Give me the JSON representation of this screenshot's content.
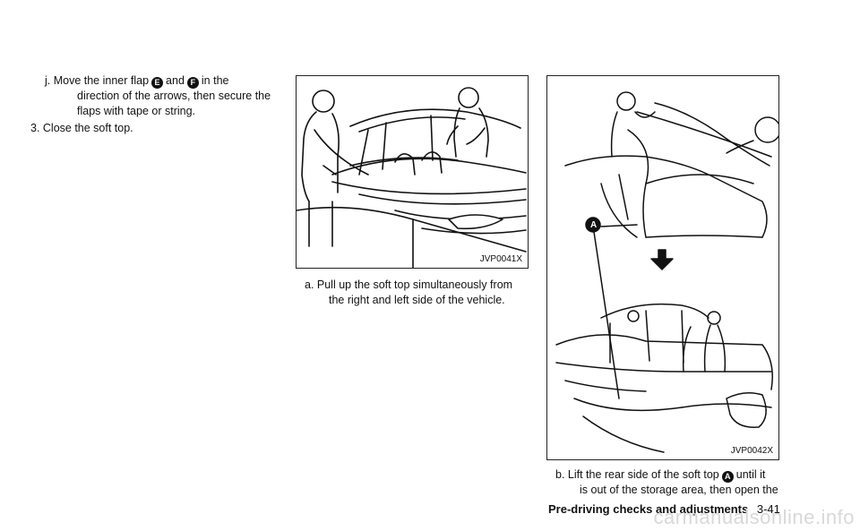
{
  "left_column": {
    "step_j": {
      "prefix": "j. Move the inner flap",
      "callout1": "E",
      "mid": "and",
      "callout2": "F",
      "suffix": "in the",
      "line2": "direction of the arrows, then secure the",
      "line3": "flaps with tape or string."
    },
    "step_3": "3. Close the soft top."
  },
  "figure1": {
    "id": "JVP0041X",
    "caption_line1": "a. Pull up the soft top simultaneously from",
    "caption_line2": "the right and left side of the vehicle."
  },
  "figure2": {
    "id": "JVP0042X",
    "callout": "A",
    "caption_prefix": "b. Lift the rear side of the soft top",
    "caption_callout": "A",
    "caption_suffix": "until it",
    "caption_line2": "is out of the storage area, then open the"
  },
  "footer": {
    "section": "Pre-driving checks and adjustments",
    "page": "3-41"
  },
  "watermark": "carmanualsonline.info"
}
